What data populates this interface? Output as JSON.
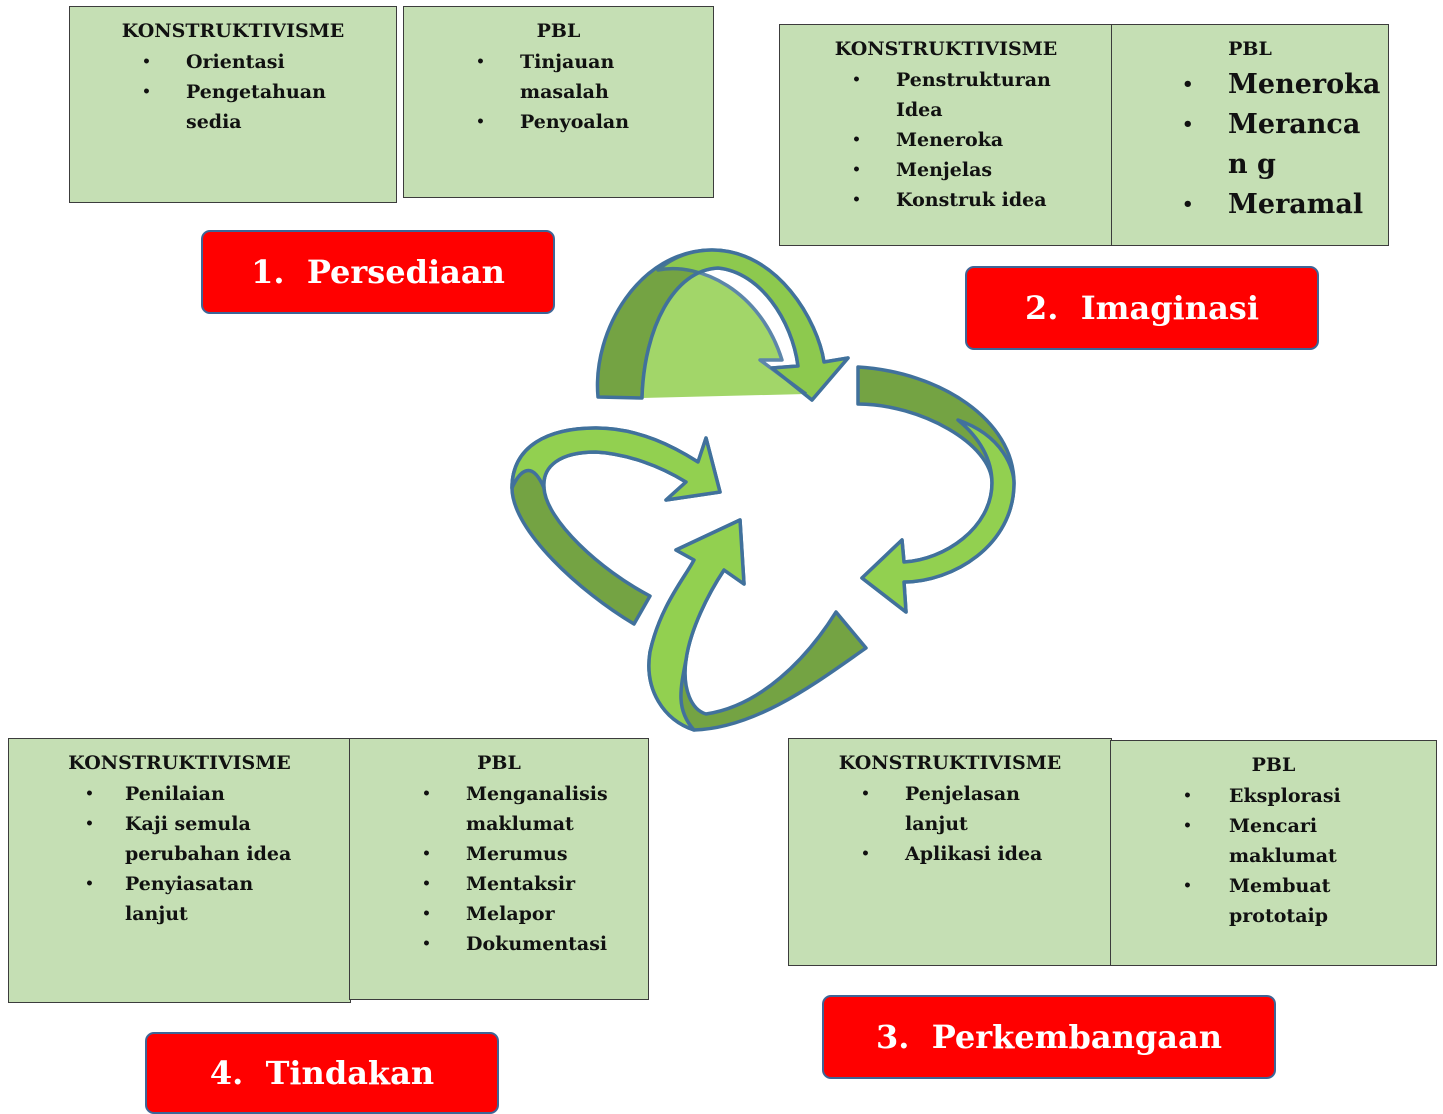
{
  "stages": [
    {
      "label": "1.  Persediaan",
      "konstruktivisme": {
        "heading": "KONSTRUKTIVISME",
        "items": [
          "Orientasi",
          "Pengetahuan sedia"
        ]
      },
      "pbl": {
        "heading": "PBL",
        "items": [
          "Tinjauan masalah",
          "Penyoalan"
        ]
      }
    },
    {
      "label": "2.  Imaginasi",
      "konstruktivisme": {
        "heading": "KONSTRUKTIVISME",
        "items": [
          "Penstrukturan Idea",
          "Meneroka",
          "Menjelas",
          "Konstruk idea"
        ]
      },
      "pbl": {
        "heading": "PBL",
        "items": [
          "Meneroka",
          "Merancan g",
          "Meramal"
        ]
      }
    },
    {
      "label": "3.  Perkembangaan",
      "konstruktivisme": {
        "heading": "KONSTRUKTIVISME",
        "items": [
          "Penjelasan lanjut",
          "Aplikasi idea"
        ]
      },
      "pbl": {
        "heading": "PBL",
        "items": [
          "Eksplorasi",
          "Mencari maklumat",
          "Membuat prototaip"
        ]
      }
    },
    {
      "label": "4.  Tindakan",
      "konstruktivisme": {
        "heading": "KONSTRUKTIVISME",
        "items": [
          "Penilaian",
          "Kaji semula perubahan idea",
          "Penyiasatan lanjut"
        ]
      },
      "pbl": {
        "heading": "PBL",
        "items": [
          "Menganalisis maklumat",
          "Merumus",
          "Mentaksir",
          "Melapor",
          "Dokumentasi"
        ]
      }
    }
  ],
  "bullet": "•",
  "colors": {
    "box_fill": "#c5dfb4",
    "stage_fill": "#ff0000",
    "stage_border": "#3d6596",
    "arrow_dark": "#74a343",
    "arrow_light": "#92d050",
    "arrow_outline": "#41719c"
  }
}
